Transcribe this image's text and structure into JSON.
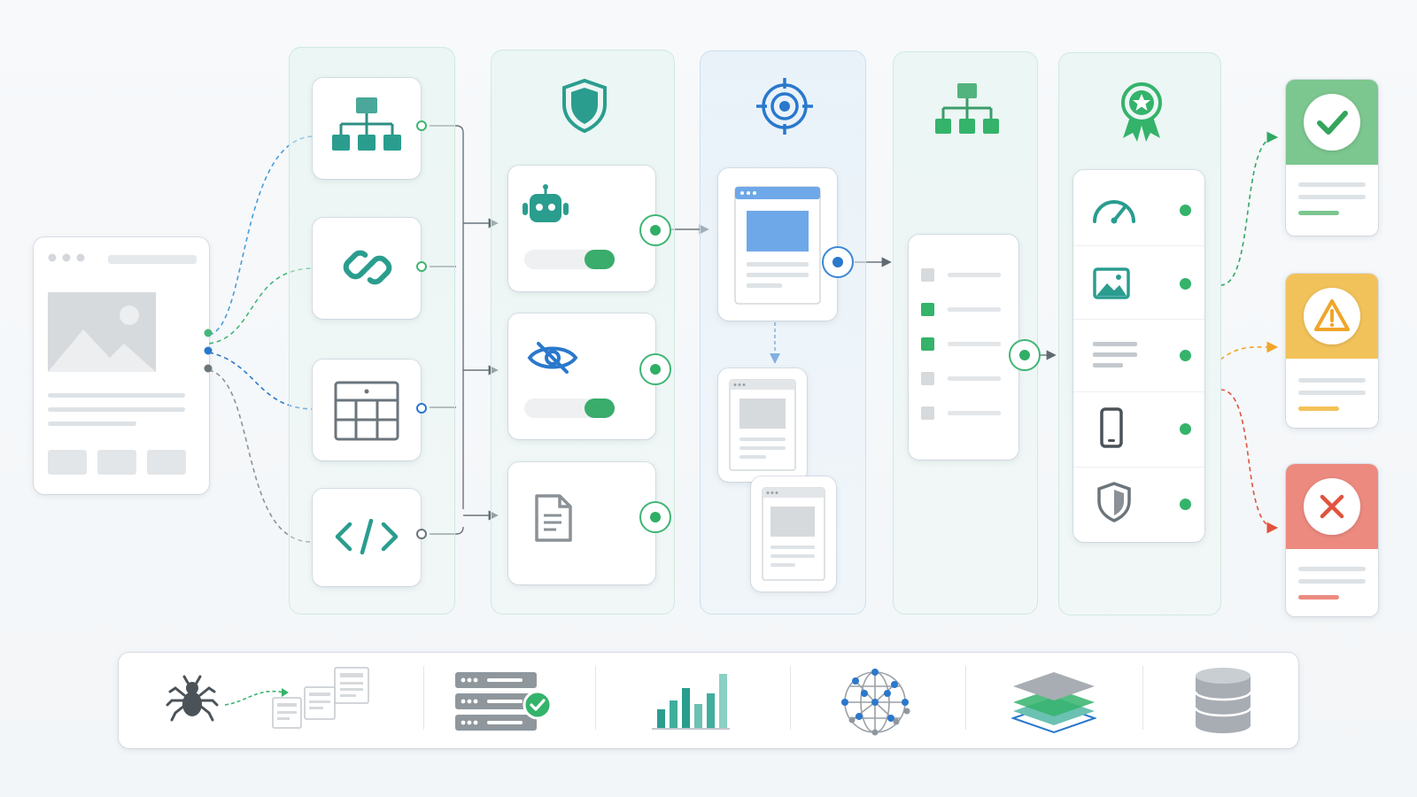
{
  "diagram": {
    "colors": {
      "teal": "#2a9d8f",
      "green": "#34b36b",
      "blue": "#2a78cc",
      "gray": "#8a9197",
      "success": "#7cc68f",
      "warning": "#f2c25a",
      "error": "#ec8a80"
    },
    "icons": {
      "source": [
        "browser-window-icon",
        "image-placeholder-icon"
      ],
      "discovery": [
        "sitemap-icon",
        "link-icon",
        "table-icon",
        "code-icon"
      ],
      "filter": [
        "shield-icon",
        "robot-icon",
        "eye-off-icon",
        "document-icon"
      ],
      "render": [
        "target-icon",
        "browser-window-icon"
      ],
      "structure": [
        "sitemap-icon",
        "checklist-icon"
      ],
      "quality": [
        "award-badge-icon",
        "speed-gauge-icon",
        "image-icon",
        "text-lines-icon",
        "mobile-phone-icon",
        "shield-icon"
      ],
      "results": [
        "checkmark-icon",
        "warning-triangle-icon",
        "x-close-icon"
      ],
      "toolbar": [
        "spider-icon",
        "server-check-icon",
        "bar-chart-icon",
        "network-globe-icon",
        "layers-icon",
        "database-icon"
      ]
    },
    "toggles": [
      1,
      1
    ],
    "results": [
      "success",
      "warning",
      "error"
    ]
  }
}
